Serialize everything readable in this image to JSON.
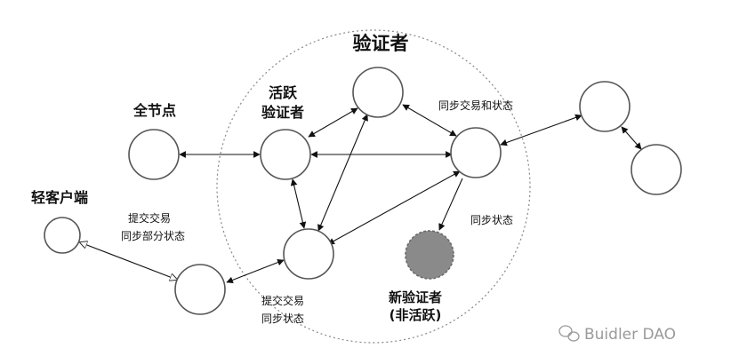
{
  "diagram": {
    "region_title": "验证者",
    "nodes": {
      "full_node": "全节点",
      "light_client": "轻客户端",
      "active_validator_line1": "活跃",
      "active_validator_line2": "验证者",
      "new_validator_line1": "新验证者",
      "new_validator_line2": "(非活跃)"
    },
    "edge_labels": {
      "sync_tx_state": "同步交易和状态",
      "sync_state": "同步状态",
      "light_submit_tx": "提交交易",
      "light_sync_partial": "同步部分状态",
      "bottom_submit_tx": "提交交易",
      "bottom_sync_state": "同步状态"
    },
    "colors": {
      "node_fill": "#ffffff",
      "node_stroke": "#555555",
      "inactive_fill": "#8a8a8a",
      "inactive_stroke": "#6a6a6a",
      "region_stroke": "#888888"
    }
  },
  "watermark": {
    "icon": "wechat-icon",
    "text": "Buidler DAO"
  }
}
